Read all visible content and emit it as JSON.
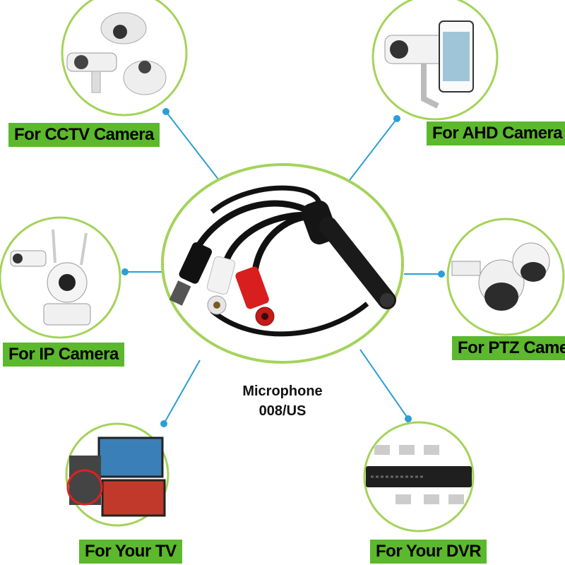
{
  "labels": {
    "cctv": "For CCTV Camera",
    "ahd": "For AHD Camera",
    "ip": "For IP Camera",
    "ptz": "For PTZ Camera",
    "tv": "For Your TV",
    "dvr": "For Your DVR"
  },
  "product": {
    "line1": "Microphone",
    "line2": "008/US"
  },
  "colors": {
    "ring": "#a4d35a",
    "label_bg": "#5cb82c",
    "connector": "#2a9fd6",
    "cable": "#111111",
    "rca_white": "#f2f2f2",
    "rca_red": "#d81e1e"
  }
}
